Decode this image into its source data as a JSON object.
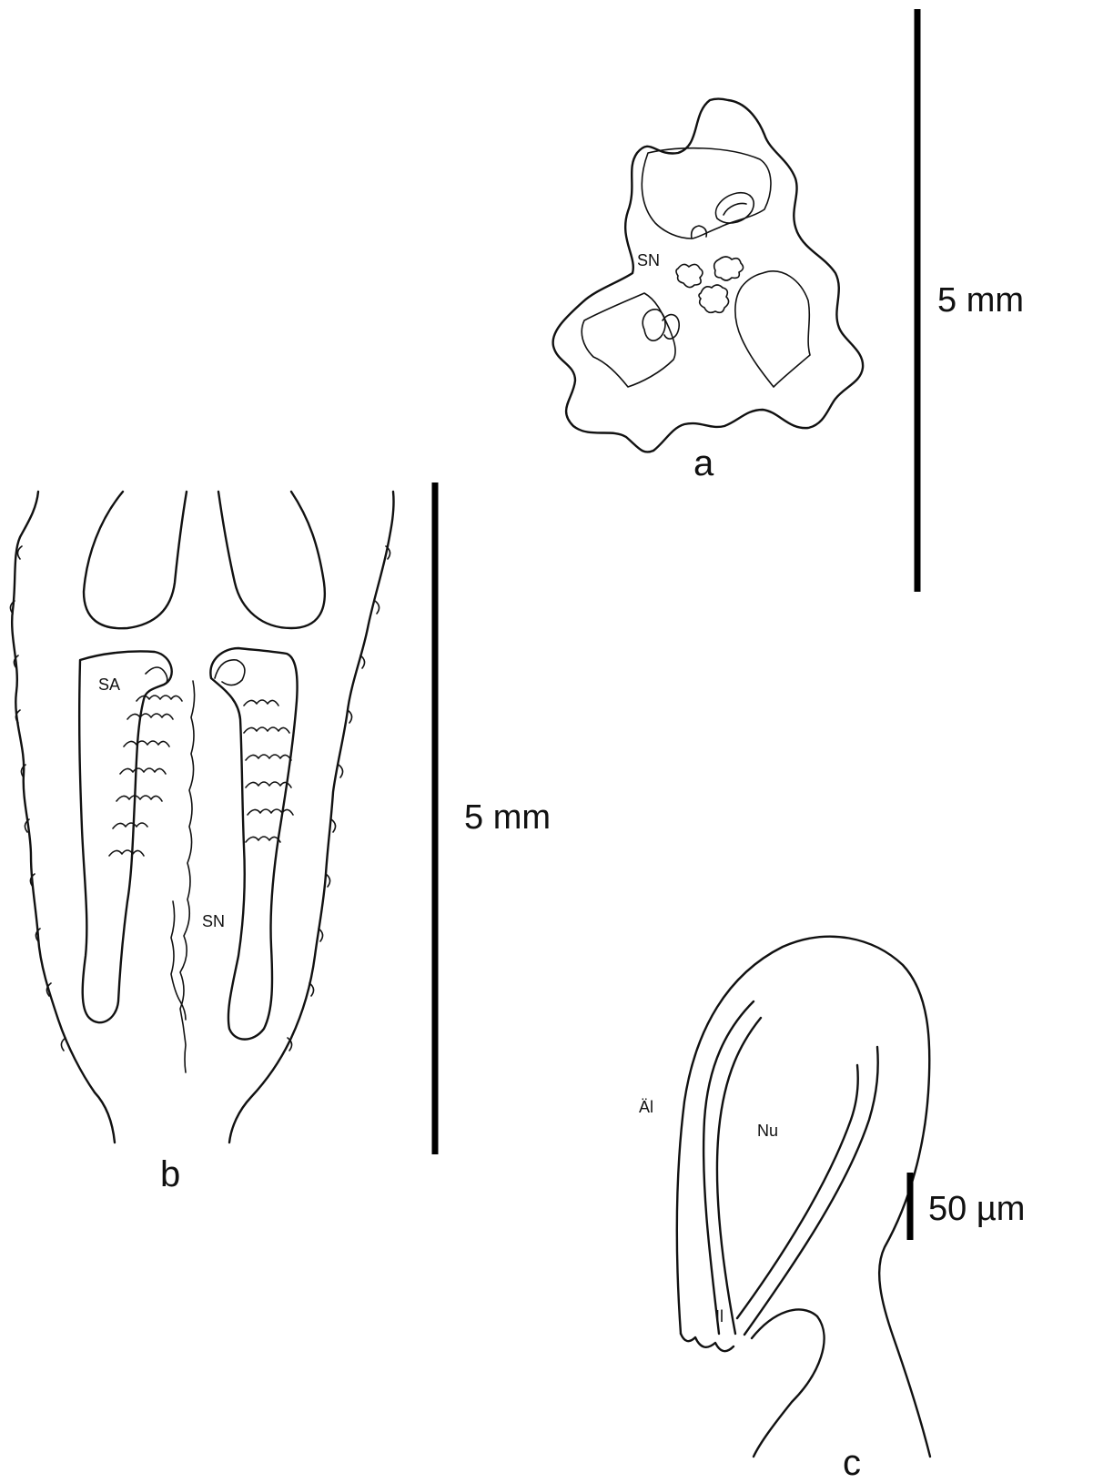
{
  "figure": {
    "background": "#ffffff",
    "ink_color": "#111111",
    "panels": [
      {
        "id": "a",
        "label": "a",
        "labels": {
          "sn": "SN"
        },
        "scale_text": "5 mm"
      },
      {
        "id": "b",
        "label": "b",
        "labels": {
          "sa": "SA",
          "sn": "SN"
        },
        "scale_text": "5 mm"
      },
      {
        "id": "c",
        "label": "c",
        "labels": {
          "ai": "Äl",
          "nu": "Nu",
          "ii": "Il"
        },
        "scale_text": "50 µm"
      }
    ]
  }
}
